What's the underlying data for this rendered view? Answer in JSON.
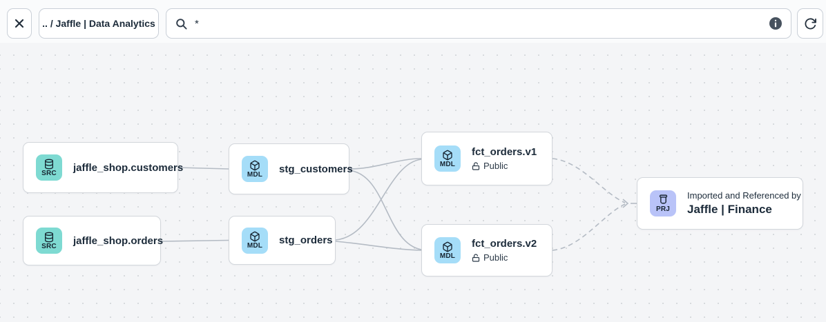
{
  "toolbar": {
    "breadcrumb": ".. / Jaffle | Data Analytics",
    "search": {
      "value": "*",
      "placeholder": ""
    },
    "icons": [
      "close-icon",
      "search-icon",
      "info-icon",
      "refresh-icon"
    ]
  },
  "nodes": [
    {
      "type": "source",
      "badge": "SRC",
      "label": "jaffle_shop.customers"
    },
    {
      "type": "source",
      "badge": "SRC",
      "label": "jaffle_shop.orders"
    },
    {
      "type": "model",
      "badge": "MDL",
      "label": "stg_customers"
    },
    {
      "type": "model",
      "badge": "MDL",
      "label": "stg_orders"
    },
    {
      "type": "model",
      "badge": "MDL",
      "label": "fct_orders.v1",
      "access": "Public"
    },
    {
      "type": "model",
      "badge": "MDL",
      "label": "fct_orders.v2",
      "access": "Public"
    },
    {
      "type": "project",
      "badge": "PRJ",
      "title": "Imported and Referenced by",
      "label": "Jaffle | Finance"
    }
  ],
  "edges": [
    {
      "from": "jaffle_shop.customers",
      "to": "stg_customers",
      "style": "solid"
    },
    {
      "from": "jaffle_shop.orders",
      "to": "stg_orders",
      "style": "solid"
    },
    {
      "from": "stg_customers",
      "to": "fct_orders.v1",
      "style": "solid"
    },
    {
      "from": "stg_customers",
      "to": "fct_orders.v2",
      "style": "solid"
    },
    {
      "from": "stg_orders",
      "to": "fct_orders.v1",
      "style": "solid"
    },
    {
      "from": "stg_orders",
      "to": "fct_orders.v2",
      "style": "solid"
    },
    {
      "from": "fct_orders.v1",
      "to": "Jaffle | Finance",
      "style": "dashed"
    },
    {
      "from": "fct_orders.v2",
      "to": "Jaffle | Finance",
      "style": "dashed"
    }
  ],
  "colors": {
    "canvas_bg": "#f4f5f7",
    "dot_grid": "#d7dadd",
    "node_bg": "#ffffff",
    "node_border": "#d2d6db",
    "text": "#1c2b3a",
    "source_badge": "#7edad2",
    "model_badge": "#a5ddf8",
    "project_badge": "#b9c3f8",
    "edge": "#b4bbc4",
    "info_icon_bg": "#47525e"
  }
}
